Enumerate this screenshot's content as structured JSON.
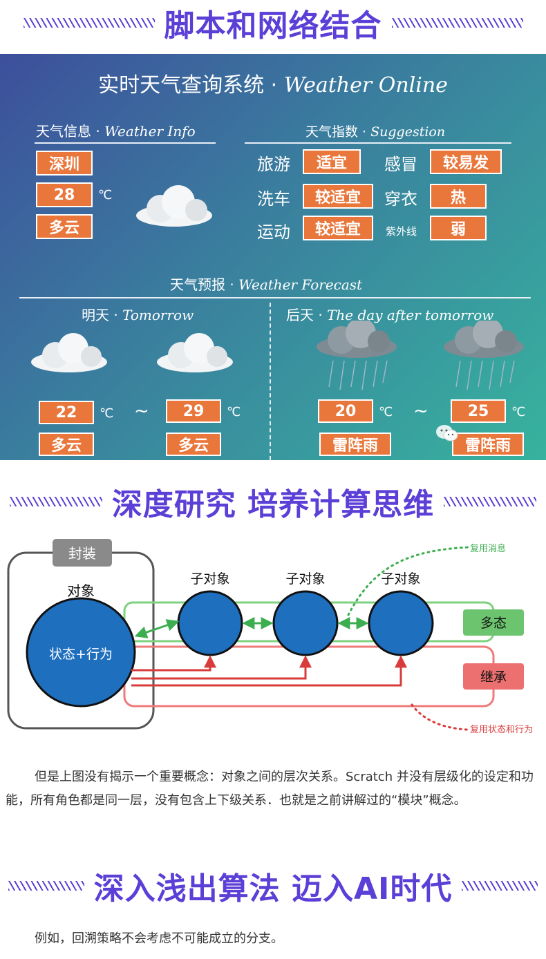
{
  "sections": {
    "s1_title": "脚本和网络结合",
    "s2_title": "深度研究 培养计算思维",
    "s3_title": "深入浅出算法 迈入AI时代"
  },
  "weather": {
    "title_cn": "实时天气查询系统",
    "title_en": "Weather Online",
    "sep": " · ",
    "info_cn": "天气信息",
    "info_en": "Weather Info",
    "city": "深圳",
    "temp": "28",
    "unit": "℃",
    "condition": "多云",
    "suggestion_cn": "天气指数",
    "suggestion_en": "Suggestion",
    "suggestions": [
      {
        "label": "旅游",
        "value": "适宜"
      },
      {
        "label": "感冒",
        "value": "较易发"
      },
      {
        "label": "洗车",
        "value": "较适宜"
      },
      {
        "label": "穿衣",
        "value": "热"
      },
      {
        "label": "运动",
        "value": "较适宜"
      },
      {
        "label": "紫外线",
        "value": "弱"
      }
    ],
    "forecast_cn": "天气预报",
    "forecast_en": "Weather Forecast",
    "tomorrow_cn": "明天",
    "tomorrow_en": "Tomorrow",
    "dayafter_cn": "后天",
    "dayafter_en": "The day after tomorrow",
    "tomorrow_low": "22",
    "tomorrow_high": "29",
    "tomorrow_cond_a": "多云",
    "tomorrow_cond_b": "多云",
    "dayafter_low": "20",
    "dayafter_high": "25",
    "dayafter_cond_a": "雷阵雨",
    "dayafter_cond_b": "雷阵雨",
    "tilde": "~"
  },
  "diagram": {
    "encapsulation": "封装",
    "object": "对象",
    "state_behavior": "状态+行为",
    "child_object": "子对象",
    "polymorphism": "多态",
    "inheritance": "继承",
    "reuse_message": "复用消息",
    "reuse_state": "复用状态和行为"
  },
  "paragraphs": {
    "p1": "但是上图没有揭示一个重要概念：对象之间的层次关系。Scratch 并没有层级化的设定和功能，所有角色都是同一层，没有包含上下级关系．也就是之前讲解过的“模块”概念。",
    "p2": "例如，回溯策略不会考虑不可能成立的分支。"
  },
  "colors": {
    "accent": "#5b3fd6",
    "chip": "#e9773b",
    "circle": "#1f6fbf",
    "green": "#3cae4f",
    "red": "#d93b3b"
  }
}
